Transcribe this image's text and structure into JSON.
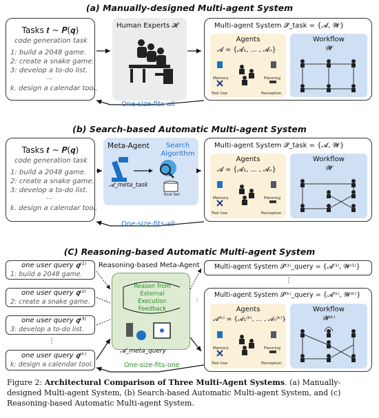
{
  "section_a": {
    "title": "(a) Manually-designed Multi-agent System",
    "tasks_title": "Tasks 𝒕 ~ 𝑷(𝒒)",
    "task_type": "code generation task",
    "tasks": [
      "1: build a 2048 game.",
      "2: create a snake game.",
      "3: develop a to-do list.",
      "...",
      "k. design a calendar tool."
    ],
    "human_experts": "Human Experts 𝓗",
    "mas_title": "Multi-agent System 𝓢_task = {𝓐, 𝓦}",
    "agents_title": "Agents",
    "agents_formula": "𝓐 = {𝓐₁, … , 𝓐ₙ}",
    "workflow_title": "Workflow",
    "workflow_symbol": "𝓦",
    "icons": {
      "memory": "Memory",
      "planning": "Planning",
      "tool_use": "Tool Use",
      "perception": "Perception"
    },
    "feedback_label": "One-size-fits-all"
  },
  "section_b": {
    "title": "(b) Search-based Automatic Multi-agent System",
    "tasks_title": "Tasks 𝒕 ~ 𝑷(𝒒)",
    "task_type": "code generation task",
    "tasks": [
      "1: build a 2048 game.",
      "2: create a snake game.",
      "3: develop a to-do list.",
      "...",
      "k. design a calendar tool."
    ],
    "meta_agent": "Meta-Agent",
    "search_algorithm": "Search Algorithm",
    "meta_task_label": "𝓐_meta_task",
    "eval_set": "Eval Set",
    "mas_title": "Multi-agent System 𝓢_task = {𝓐, 𝓦}",
    "agents_title": "Agents",
    "agents_formula": "𝓐 = {𝓐₁, … , 𝓐ₙ}",
    "workflow_title": "Workflow",
    "workflow_symbol": "𝓦",
    "icons": {
      "memory": "Memory",
      "planning": "Planning",
      "tool_use": "Tool Use",
      "perception": "Perception"
    },
    "feedback_label": "One-size-fits-all"
  },
  "section_c": {
    "title": "(C) Reasoning-based Automatic Multi-agent System",
    "queries": [
      {
        "title": "one user query 𝒒⁽¹⁾",
        "text": "1: build a 2048 game."
      },
      {
        "title": "one user query 𝒒⁽²⁾",
        "text": "2: create a snake game."
      },
      {
        "title": "one user query 𝒒⁽³⁾",
        "text": "3: develop a to-do list."
      },
      {
        "title": "one user query 𝒒⁽ᵏ⁾",
        "text": "k: design a calendar tool."
      }
    ],
    "vdots": "⋮",
    "meta_agent_title": "Reasoning-based Meta-Agent",
    "reason_text": "Reason from External Execution Feedback",
    "meta_query_label": "𝓐_meta_query",
    "mas1_title": "Multi-agent System 𝓢⁽¹⁾_query = {𝓐⁽¹⁾, 𝓦⁽¹⁾}",
    "mask_title": "Multi-agent System 𝓢⁽ᵏ⁾_query = {𝓐⁽ᵏ⁾, 𝓦⁽ᵏ⁾}",
    "agents_title": "Agents",
    "agents_formula": "𝓐⁽ᵏ⁾ = {𝓐₁⁽ᵏ⁾, … , 𝓐ₙ⁽ᵏ⁾}",
    "workflow_title": "Workflow",
    "workflow_symbol": "𝓦⁽ᵏ⁾",
    "icons": {
      "memory": "Memory",
      "planning": "Planning",
      "tool_use": "Tool Use",
      "perception": "Perception"
    },
    "feedback_label": "One-size-fits-one"
  },
  "caption": {
    "prefix": "Figure 2: ",
    "bold": "Architectural Comparison of Three Multi-Agent Systems",
    "rest": ". (a) Manually-designed Multi-agent System, (b) Search-based Automatic Multi-agent System, and (c) Reasoning-based Automatic Multi-agent System."
  }
}
